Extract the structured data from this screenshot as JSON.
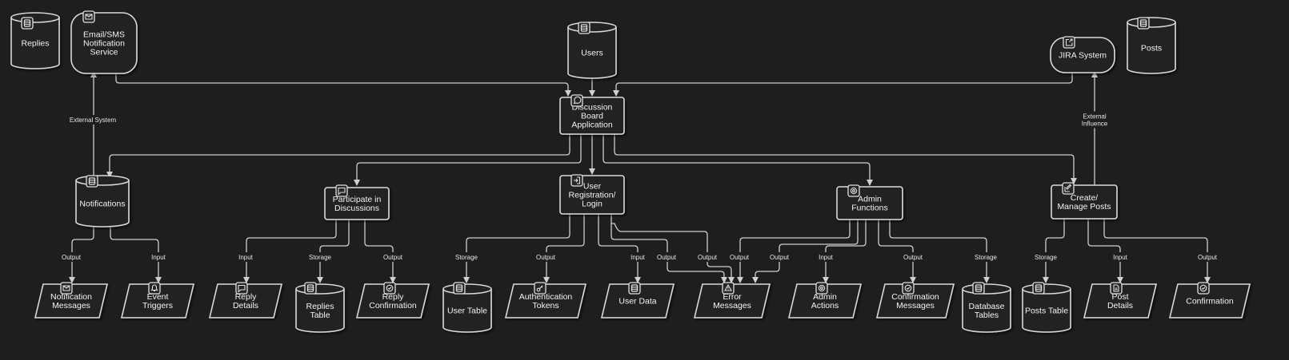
{
  "nodes": {
    "replies_store": "Replies",
    "email_sms": [
      "Email/SMS",
      "Notification",
      "Service"
    ],
    "users_store": "Users",
    "jira": "JIRA System",
    "posts_store": "Posts",
    "discussion_board": [
      "Discussion",
      "Board",
      "Application"
    ],
    "notifications": "Notifications",
    "participate": [
      "Participate in",
      "Discussions"
    ],
    "registration": [
      "User",
      "Registration/",
      "Login"
    ],
    "admin_functions": [
      "Admin",
      "Functions"
    ],
    "create_posts": [
      "Create/",
      "Manage Posts"
    ],
    "notification_messages": [
      "Notification",
      "Messages"
    ],
    "event_triggers": [
      "Event",
      "Triggers"
    ],
    "reply_details": [
      "Reply",
      "Details"
    ],
    "replies_table": [
      "Replies",
      "Table"
    ],
    "reply_confirmation": [
      "Reply",
      "Confirmation"
    ],
    "user_table": "User Table",
    "auth_tokens": [
      "Authentication",
      "Tokens"
    ],
    "user_data": "User Data",
    "error_messages": [
      "Error",
      "Messages"
    ],
    "admin_actions": [
      "Admin",
      "Actions"
    ],
    "confirmation_messages": [
      "Confirmation",
      "Messages"
    ],
    "database_tables": [
      "Database",
      "Tables"
    ],
    "posts_table": "Posts Table",
    "post_details": [
      "Post",
      "Details"
    ],
    "confirmation": "Confirmation"
  },
  "edge_labels": {
    "external_system": "External System",
    "external_influence": [
      "External",
      "Influence"
    ],
    "notif_output": "Output",
    "notif_input": "Input",
    "part_input": "Input",
    "part_storage": "Storage",
    "part_output": "Output",
    "reg_storage": "Storage",
    "reg_output_tokens": "Output",
    "reg_input": "Input",
    "reg_output_error": "Output",
    "reg_output_error2": "Output",
    "admin_output_error": "Output",
    "admin_output_error2": "Output",
    "admin_input": "Input",
    "admin_output_confirm": "Output",
    "admin_storage": "Storage",
    "posts_storage": "Storage",
    "posts_input": "Input",
    "posts_output": "Output"
  },
  "icons": {
    "replies_store": "database-icon",
    "email_sms": "mail-icon",
    "users_store": "database-icon",
    "jira": "external-link-icon",
    "posts_store": "database-icon",
    "discussion_board": "chat-icon",
    "notifications": "database-icon",
    "participate": "comment-icon",
    "registration": "login-icon",
    "admin_functions": "gear-icon",
    "create_posts": "edit-icon",
    "notification_messages": "mail-icon",
    "event_triggers": "bell-icon",
    "reply_details": "comment-icon",
    "replies_table": "database-icon",
    "reply_confirmation": "check-circle-icon",
    "user_table": "database-icon",
    "auth_tokens": "key-icon",
    "user_data": "database-icon",
    "error_messages": "warning-icon",
    "admin_actions": "gear-icon",
    "confirmation_messages": "check-circle-icon",
    "database_tables": "database-icon",
    "posts_table": "database-icon",
    "post_details": "document-icon",
    "confirmation": "check-circle-icon"
  },
  "colors": {
    "background": "#1e1e1e",
    "stroke": "#d9d9d9",
    "text": "#f2f2f2"
  }
}
